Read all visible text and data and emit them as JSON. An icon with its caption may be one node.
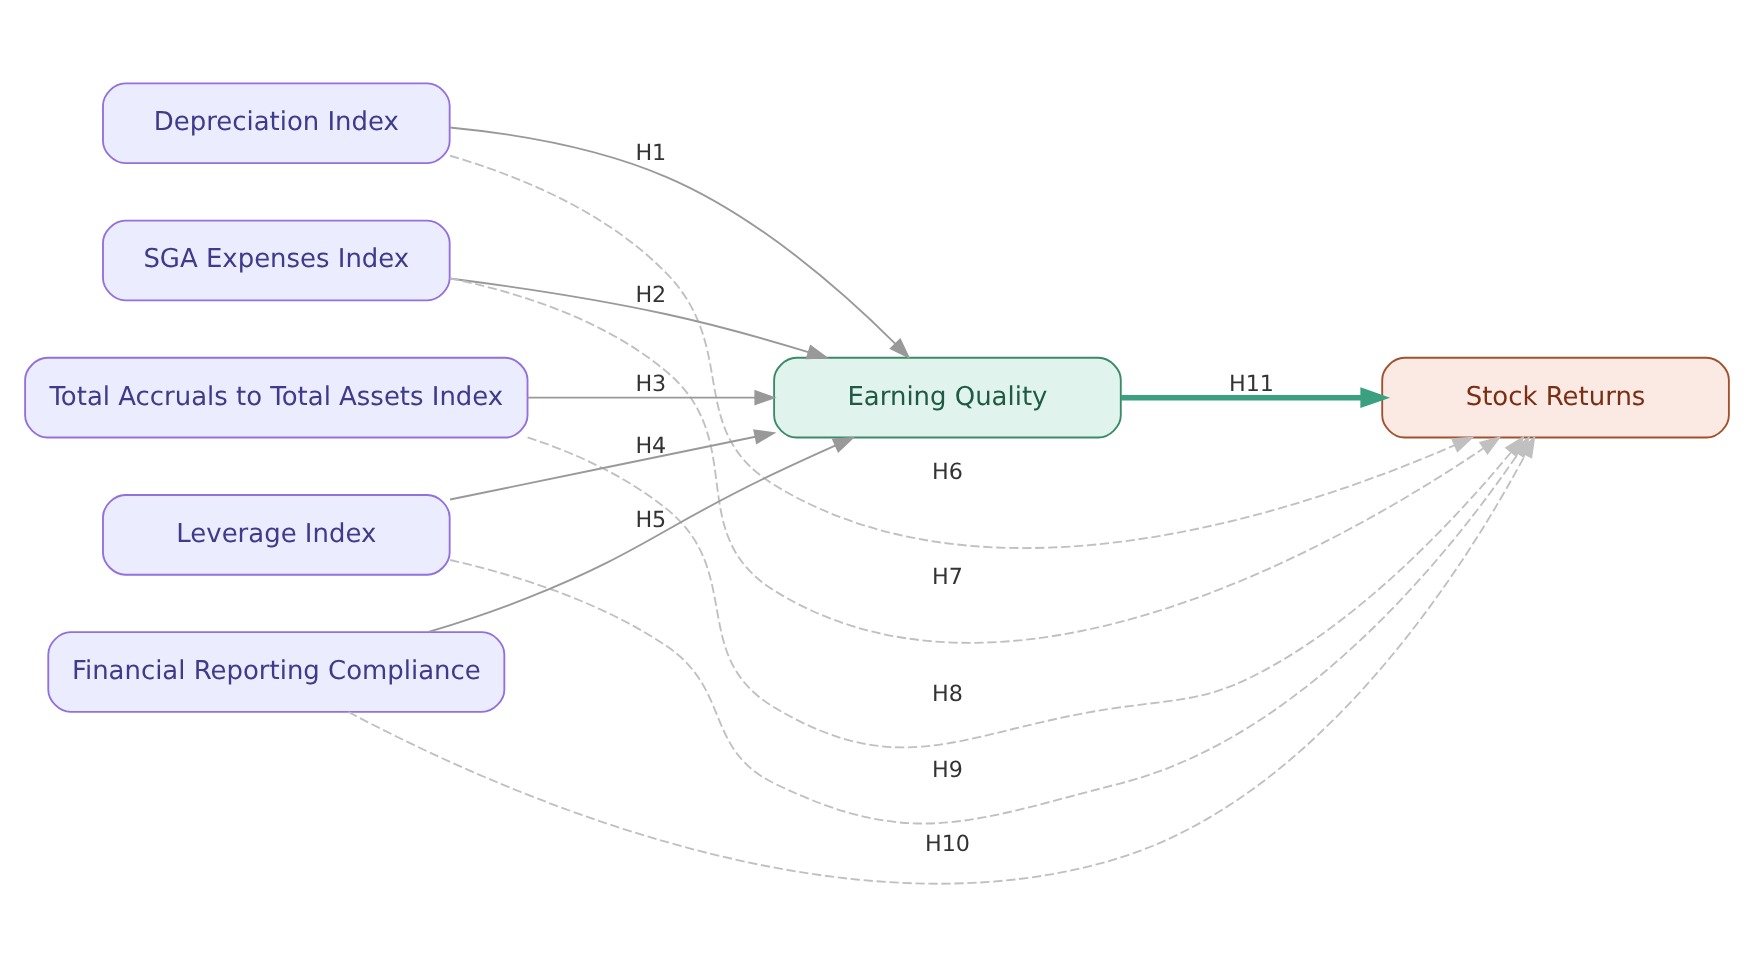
{
  "diagram": {
    "nodes": [
      {
        "text": [
          "Depreciation Index"
        ]
      },
      {
        "text": [
          "SGA Expenses Index"
        ]
      },
      {
        "text": [
          "Total Accruals to Total Assets Index"
        ]
      },
      {
        "text": [
          "Leverage Index"
        ]
      },
      {
        "text": [
          "Financial Reporting Compliance"
        ]
      },
      {
        "text": [
          "Earning Quality"
        ]
      },
      {
        "text": [
          "Stock Returns"
        ]
      }
    ],
    "edges": [
      {
        "from": 0,
        "to": 5,
        "arrow": "to",
        "label": "H1"
      },
      {
        "from": 1,
        "to": 5,
        "arrow": "to",
        "label": "H2"
      },
      {
        "from": 2,
        "to": 5,
        "arrow": "to",
        "label": "H3"
      },
      {
        "from": 3,
        "to": 5,
        "arrow": "to",
        "label": "H4"
      },
      {
        "from": 4,
        "to": 5,
        "arrow": "to",
        "label": "H5"
      },
      {
        "from": 0,
        "to": 6,
        "arrow": "to",
        "label": "H6",
        "style": "dashed",
        "color": "#c0c0c0"
      },
      {
        "from": 1,
        "to": 6,
        "arrow": "to",
        "label": "H7",
        "style": "dashed",
        "color": "#c0c0c0"
      },
      {
        "from": 2,
        "to": 6,
        "arrow": "to",
        "label": "H8",
        "style": "dashed",
        "color": "#c0c0c0"
      },
      {
        "from": 3,
        "to": 6,
        "arrow": "to",
        "label": "H9",
        "style": "dashed",
        "color": "#c0c0c0"
      },
      {
        "from": 4,
        "to": 6,
        "arrow": "to",
        "label": "H10",
        "style": "dashed",
        "color": "#c0c0c0"
      },
      {
        "from": 5,
        "to": 6,
        "arrow": "to",
        "label": "H11",
        "style": "thick",
        "color": "#3aa080"
      }
    ]
  }
}
